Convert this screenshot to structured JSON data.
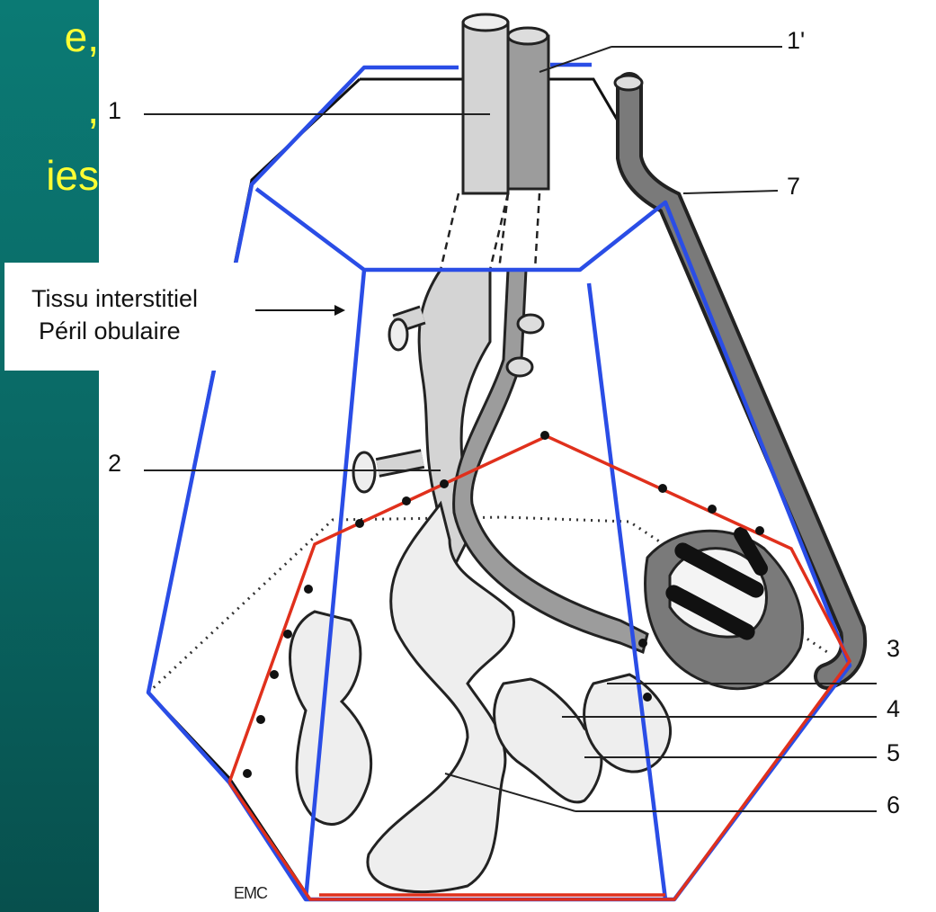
{
  "slide": {
    "side_text": [
      "e,",
      ",",
      "ies"
    ]
  },
  "figure": {
    "callouts": [
      "1",
      "1'",
      "2",
      "3",
      "4",
      "5",
      "6",
      "7"
    ],
    "source_mark": "EMC",
    "label": {
      "line1": "Tissu interstitiel",
      "line2": "Péril obulaire"
    },
    "colors": {
      "outline_blue": "#2a4de6",
      "outline_red": "#e0301c",
      "vessel_light": "#d4d4d4",
      "vessel_dark": "#7a7a7a",
      "alveolus": "#e8e8e8"
    }
  }
}
